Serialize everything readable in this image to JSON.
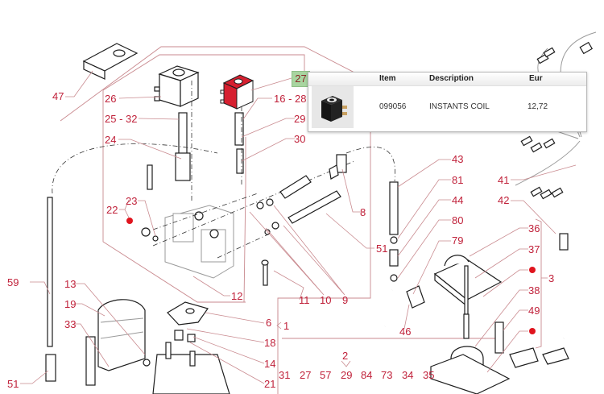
{
  "diagram": {
    "highlighted_part": "27",
    "callouts": {
      "c47": "47",
      "c26": "26",
      "c25_32": "25 - 32",
      "c24": "24",
      "c27": "27",
      "c16_28": "16 - 28",
      "c29": "29",
      "c30": "30",
      "c22": "22",
      "c23": "23",
      "c12": "12",
      "c11": "11",
      "c10": "10",
      "c9": "9",
      "c8": "8",
      "c51a": "51",
      "c59": "59",
      "c13": "13",
      "c19": "19",
      "c33": "33",
      "c51b": "51",
      "c6": "6",
      "c18": "18",
      "c14": "14",
      "c21": "21",
      "c1": "1",
      "c43": "43",
      "c81": "81",
      "c44": "44",
      "c80": "80",
      "c79": "79",
      "c46": "46",
      "c41": "41",
      "c42": "42",
      "c36": "36",
      "c37": "37",
      "c3": "3",
      "c38": "38",
      "c49": "49",
      "c2": "2",
      "bottom_row": [
        "31",
        "27",
        "57",
        "29",
        "84",
        "73",
        "34",
        "35"
      ]
    },
    "colors": {
      "label": "#c0213a",
      "highlight_part": "#d62030",
      "highlight_box": "#a8d5a0"
    }
  },
  "popup": {
    "headers": {
      "item": "Item",
      "description": "Description",
      "price": "Eur"
    },
    "row": {
      "thumbnail_icon": "solenoid-coil-photo",
      "item": "099056",
      "description": "INSTANTS COIL",
      "price": "12,72"
    }
  }
}
